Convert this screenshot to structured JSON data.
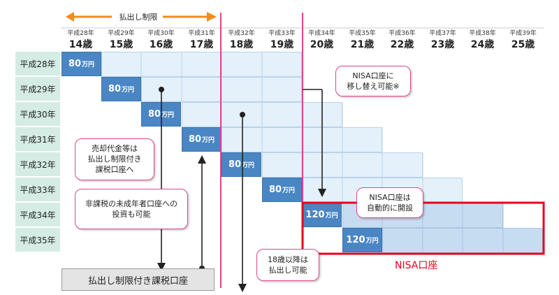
{
  "header": {
    "withdrawal_limit_label": "払出し制限",
    "columns": [
      {
        "era": "平成28年",
        "age": "14歳"
      },
      {
        "era": "平成29年",
        "age": "15歳"
      },
      {
        "era": "平成30年",
        "age": "16歳"
      },
      {
        "era": "平成31年",
        "age": "17歳"
      },
      {
        "era": "平成32年",
        "age": "18歳"
      },
      {
        "era": "平成33年",
        "age": "19歳"
      },
      {
        "era": "平成34年",
        "age": "20歳"
      },
      {
        "era": "平成35年",
        "age": "21歳"
      },
      {
        "era": "平成36年",
        "age": "22歳"
      },
      {
        "era": "平成37年",
        "age": "23歳"
      },
      {
        "era": "平成38年",
        "age": "24歳"
      },
      {
        "era": "平成39年",
        "age": "25歳"
      }
    ]
  },
  "rows": [
    {
      "label": "平成28年",
      "amount_num": "80",
      "amount_unit": "万円"
    },
    {
      "label": "平成29年",
      "amount_num": "80",
      "amount_unit": "万円"
    },
    {
      "label": "平成30年",
      "amount_num": "80",
      "amount_unit": "万円"
    },
    {
      "label": "平成31年",
      "amount_num": "80",
      "amount_unit": "万円"
    },
    {
      "label": "平成32年",
      "amount_num": "80",
      "amount_unit": "万円"
    },
    {
      "label": "平成33年",
      "amount_num": "80",
      "amount_unit": "万円"
    },
    {
      "label": "平成34年",
      "amount_num": "120",
      "amount_unit": "万円"
    },
    {
      "label": "平成35年",
      "amount_num": "120",
      "amount_unit": "万円"
    }
  ],
  "callouts": {
    "nisa_transfer": [
      "NISA口座に",
      "移し替え可能※"
    ],
    "proceeds": [
      "売却代金等は",
      "払出し制限付き",
      "課税口座へ"
    ],
    "nontaxable": [
      "非課税の未成年者口座への",
      "投資も可能"
    ],
    "nisa_auto": [
      "NISA口座は",
      "自動的に開設"
    ],
    "age18": [
      "18歳以降は",
      "払出し可能"
    ]
  },
  "restricted_account_label": "払出し制限付き課税口座",
  "nisa_account_label": "NISA口座",
  "colors": {
    "row_header_bg": "#d4ece4",
    "light_cell": "#e4f0fa",
    "mid_cell": "#c6dcf0",
    "amount_cell": "#4a86c4",
    "pink_line": "#e0448a",
    "nisa_red": "#e8001c",
    "orange_arrow": "#f08c1e"
  }
}
